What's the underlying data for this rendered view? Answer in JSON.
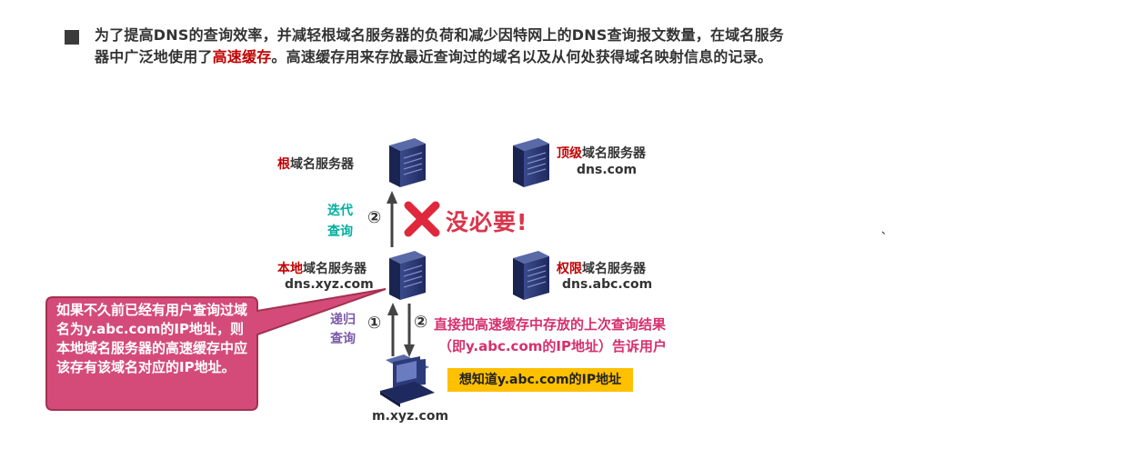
{
  "intro": {
    "line1": "为了提高DNS的查询效率，并减轻根域名服务器的负荷和减少因特网上的DNS查询报文数量，在域名服务",
    "line2_pre": "器中广泛地使用了",
    "line2_highlight": "高速缓存",
    "line2_post": "。高速缓存用来存放最近查询过的域名以及从何处获得域名映射信息的记录。"
  },
  "servers": {
    "root": {
      "prefix": "根",
      "suffix": "域名服务器"
    },
    "tld": {
      "prefix": "顶级",
      "suffix": "域名服务器",
      "domain": "dns.com"
    },
    "local": {
      "prefix": "本地",
      "suffix": "域名服务器",
      "domain": "dns.xyz.com"
    },
    "auth": {
      "prefix": "权限",
      "suffix": "域名服务器",
      "domain": "dns.abc.com"
    }
  },
  "iterative": {
    "line1": "迭代",
    "line2": "查询",
    "step": "②"
  },
  "not_needed": "没必要!",
  "recursive": {
    "line1": "递归",
    "line2": "查询",
    "step1": "①",
    "step2": "②"
  },
  "reply": {
    "line1": "直接把高速缓存中存放的上次查询结果",
    "line2": "（即y.abc.com的IP地址）告诉用户"
  },
  "host": {
    "domain": "m.xyz.com",
    "question": "想知道y.abc.com的IP地址"
  },
  "callout": "如果不久前已经有用户查询过域名为y.abc.com的IP地址，则本地域名服务器的高速缓存中应该存有该域名对应的IP地址。",
  "stray_mark": "、",
  "colors": {
    "highlight": "#c00000",
    "callout_fill": "#d44b7a",
    "callout_border": "#a3324f",
    "iterative": "#00b0a0",
    "recursive": "#7a5aa8",
    "reply": "#d6306e",
    "server": "#2b3a78",
    "question_bg": "#ffc000"
  }
}
